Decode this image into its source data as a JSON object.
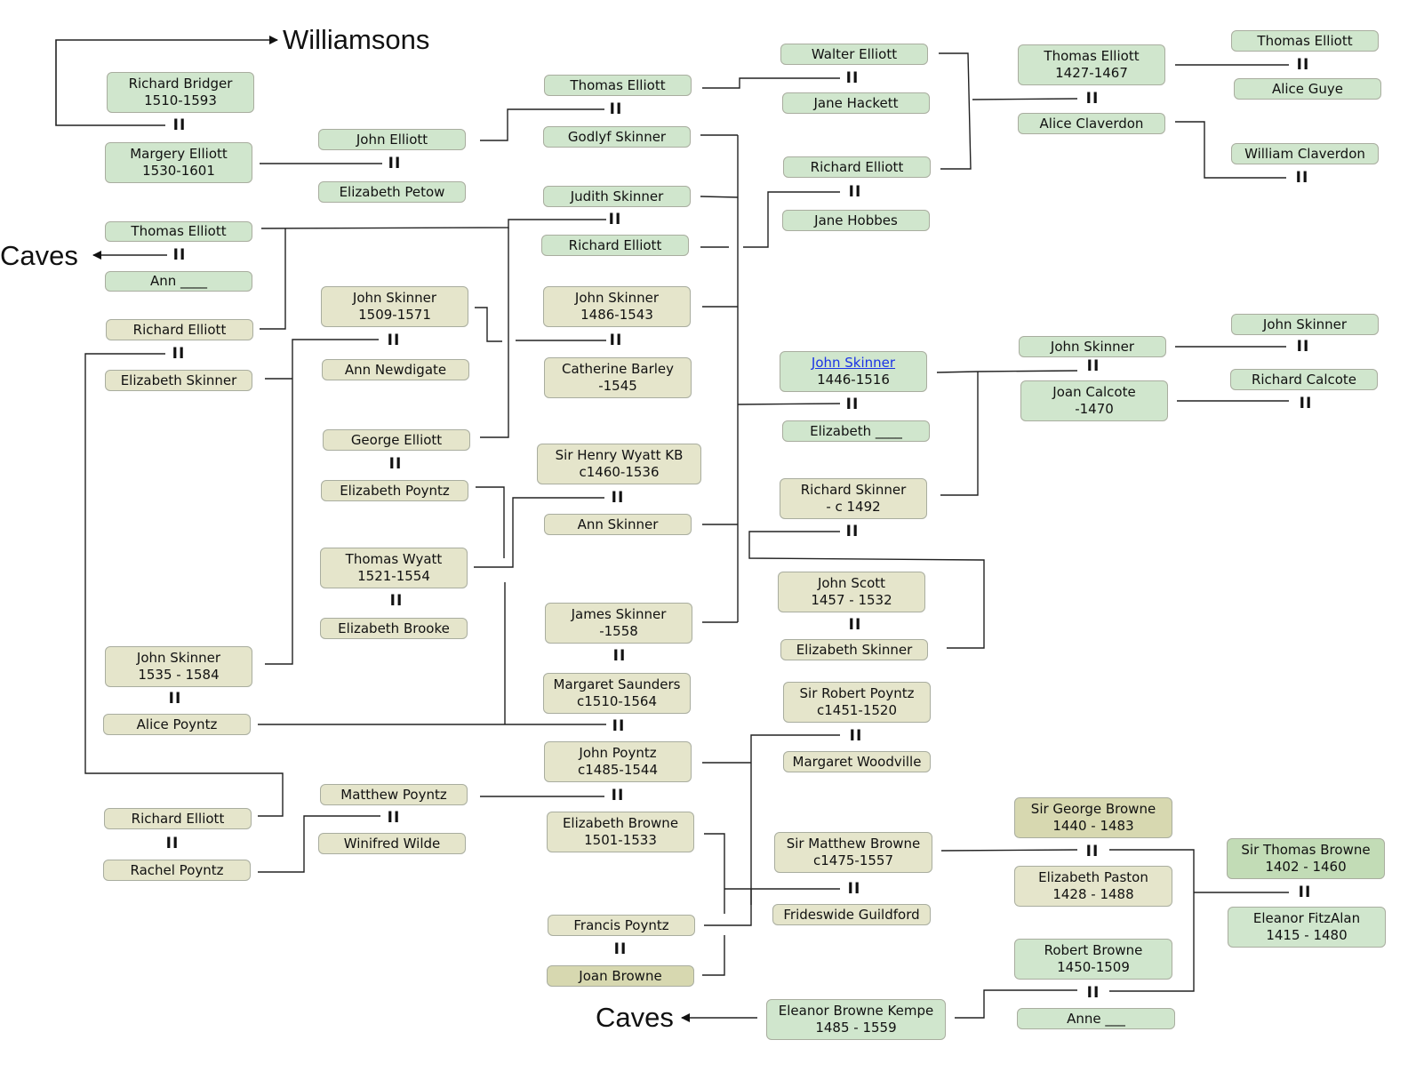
{
  "labels": {
    "williamsons": "Williamsons",
    "caves_left": "Caves",
    "caves_bottom": "Caves"
  },
  "marriage_symbol": "II",
  "colors": {
    "green": "#d0e6cd",
    "beige": "#e5e5cb",
    "olive": "#d7d8b0",
    "darkgreen": "#c2dcb6",
    "link": "#1a33e6"
  },
  "people": [
    {
      "name": "Richard Bridger",
      "dates": "1510-1593",
      "color": "green"
    },
    {
      "name": "Margery Elliott",
      "dates": "1530-1601",
      "color": "green"
    },
    {
      "name": "Thomas Elliott",
      "color": "green"
    },
    {
      "name": "Ann ____",
      "color": "green"
    },
    {
      "name": "Richard Elliott",
      "color": "beige"
    },
    {
      "name": "Elizabeth Skinner",
      "color": "beige"
    },
    {
      "name": "John Skinner",
      "dates": "1535 - 1584",
      "color": "beige"
    },
    {
      "name": "Alice Poyntz",
      "color": "beige"
    },
    {
      "name": "Richard Elliott",
      "color": "beige"
    },
    {
      "name": "Rachel Poyntz",
      "color": "beige"
    },
    {
      "name": "John Elliott",
      "color": "green"
    },
    {
      "name": "Elizabeth Petow",
      "color": "green"
    },
    {
      "name": "John Skinner",
      "dates": "1509-1571",
      "color": "beige"
    },
    {
      "name": "Ann Newdigate",
      "color": "beige"
    },
    {
      "name": "George Elliott",
      "color": "beige"
    },
    {
      "name": "Elizabeth Poyntz",
      "color": "beige"
    },
    {
      "name": "Thomas Wyatt",
      "dates": "1521-1554",
      "color": "beige"
    },
    {
      "name": "Elizabeth Brooke",
      "color": "beige"
    },
    {
      "name": "Matthew Poyntz",
      "color": "beige"
    },
    {
      "name": "Winifred Wilde",
      "color": "beige"
    },
    {
      "name": "Thomas Elliott",
      "color": "green"
    },
    {
      "name": "Godlyf Skinner",
      "color": "green"
    },
    {
      "name": "Judith Skinner",
      "color": "green"
    },
    {
      "name": "Richard Elliott",
      "color": "green"
    },
    {
      "name": "John Skinner",
      "dates": "1486-1543",
      "color": "beige"
    },
    {
      "name": "Catherine Barley",
      "dates": "-1545",
      "color": "beige"
    },
    {
      "name": "Sir Henry Wyatt KB",
      "dates": "c1460-1536",
      "color": "beige"
    },
    {
      "name": "Ann Skinner",
      "color": "beige"
    },
    {
      "name": "James Skinner",
      "dates": "-1558",
      "color": "beige"
    },
    {
      "name": "Margaret Saunders",
      "dates": "c1510-1564",
      "color": "beige"
    },
    {
      "name": "John Poyntz",
      "dates": "c1485-1544",
      "color": "beige"
    },
    {
      "name": "Elizabeth Browne",
      "dates": "1501-1533",
      "color": "beige"
    },
    {
      "name": "Francis Poyntz",
      "color": "beige"
    },
    {
      "name": "Joan Browne",
      "color": "olive"
    },
    {
      "name": "Walter Elliott",
      "color": "green"
    },
    {
      "name": "Jane Hackett",
      "color": "green"
    },
    {
      "name": "Richard Elliott",
      "color": "green"
    },
    {
      "name": "Jane Hobbes",
      "color": "green"
    },
    {
      "name": "John Skinner",
      "dates": "1446-1516",
      "color": "green",
      "link": true
    },
    {
      "name": "Elizabeth ____",
      "color": "green"
    },
    {
      "name": "Richard Skinner",
      "dates": "- c 1492",
      "color": "beige"
    },
    {
      "name": "John Scott",
      "dates": "1457 - 1532",
      "color": "beige"
    },
    {
      "name": "Elizabeth Skinner",
      "color": "beige"
    },
    {
      "name": "Sir Robert Poyntz",
      "dates": "c1451-1520",
      "color": "beige"
    },
    {
      "name": "Margaret Woodville",
      "color": "beige"
    },
    {
      "name": "Sir Matthew Browne",
      "dates": "c1475-1557",
      "color": "beige"
    },
    {
      "name": "Frideswide Guildford",
      "color": "beige"
    },
    {
      "name": "Eleanor Browne Kempe",
      "dates": "1485 - 1559",
      "color": "green"
    },
    {
      "name": "Thomas Elliott",
      "dates": "1427-1467",
      "color": "green"
    },
    {
      "name": "Alice Claverdon",
      "color": "green"
    },
    {
      "name": "John Skinner",
      "color": "green"
    },
    {
      "name": "Joan Calcote",
      "dates": "-1470",
      "color": "green"
    },
    {
      "name": "Sir George Browne",
      "dates": "1440 - 1483",
      "color": "olive"
    },
    {
      "name": "Elizabeth Paston",
      "dates": "1428 - 1488",
      "color": "beige"
    },
    {
      "name": "Robert Browne",
      "dates": "1450-1509",
      "color": "green"
    },
    {
      "name": "Anne ___",
      "color": "green"
    },
    {
      "name": "Thomas Elliott",
      "color": "green"
    },
    {
      "name": "Alice Guye",
      "color": "green"
    },
    {
      "name": "William Claverdon",
      "color": "green"
    },
    {
      "name": "John Skinner",
      "color": "green"
    },
    {
      "name": "Richard Calcote",
      "color": "green"
    },
    {
      "name": "Sir Thomas Browne",
      "dates": "1402 - 1460",
      "color": "darkgreen"
    },
    {
      "name": "Eleanor FitzAlan",
      "dates": "1415 - 1480",
      "color": "green"
    }
  ]
}
